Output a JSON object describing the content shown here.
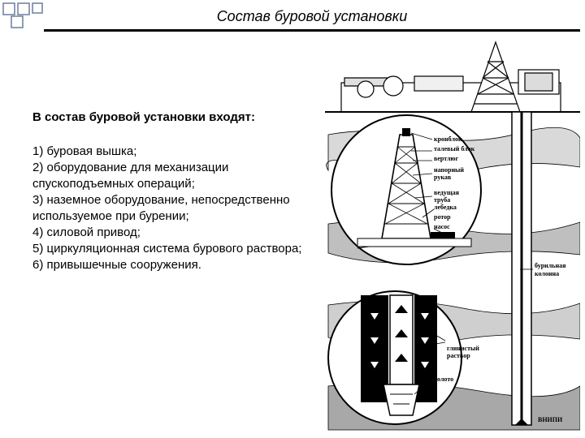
{
  "slide": {
    "title": "Состав буровой установки",
    "heading": "В состав буровой установки входят:",
    "items": [
      "1) буровая вышка;",
      "2) оборудование для механизации спускоподъемных операций;",
      "3) наземное оборудование, непосредственно используемое при бурении;",
      "4) силовой привод;",
      "5) циркуляционная система бурового раствора;",
      "6) привышечные сооружения."
    ]
  },
  "figure": {
    "labels": {
      "kronblok": "кронблок",
      "talevy_blok": "талевый блок",
      "vertlyug": "вертлюг",
      "naporny": "напорный",
      "rukav": "рукав",
      "vedushchaya": "ведущая",
      "truba": "труба",
      "lebedka": "лебедка",
      "rotor": "ротор",
      "nasos": "насос",
      "burilnaya": "бурильная",
      "kolonna": "колонна",
      "glinisty": "глинистый",
      "rastvor": "раствор",
      "doloto": "долото",
      "credit": "ВНИПИ"
    }
  }
}
